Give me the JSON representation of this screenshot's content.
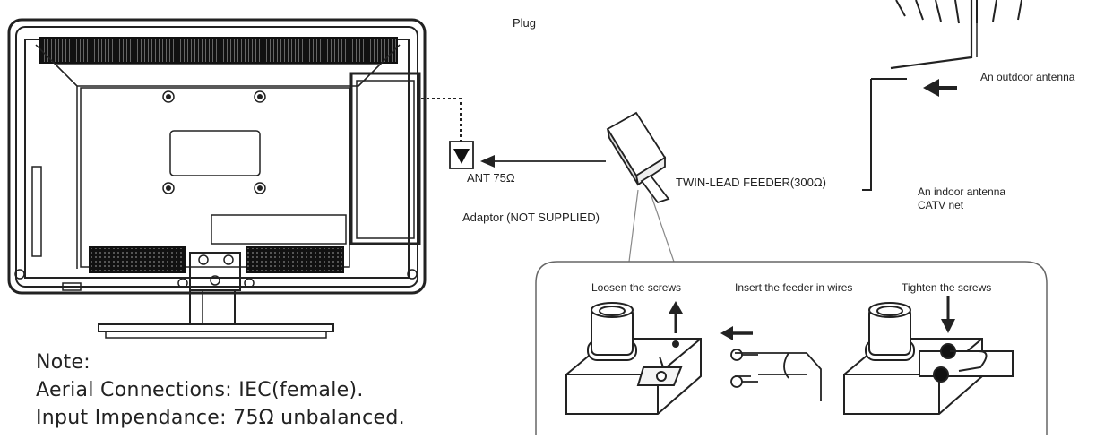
{
  "labels": {
    "plug": "Plug",
    "outdoor_antenna": "An outdoor antenna",
    "ant": "ANT 75Ω",
    "twin_lead": "TWIN-LEAD FEEDER(300Ω)",
    "adaptor": "Adaptor  (NOT SUPPLIED)",
    "indoor_antenna": "An indoor antenna",
    "catv": "CATV net"
  },
  "steps": {
    "loosen": "Loosen the screws",
    "insert": "Insert the feeder in wires",
    "tighten": "Tighten the screws"
  },
  "note": {
    "title": "Note:",
    "line1": "Aerial Connections: IEC(female).",
    "line2": "Input Impendance: 75Ω unbalanced."
  }
}
